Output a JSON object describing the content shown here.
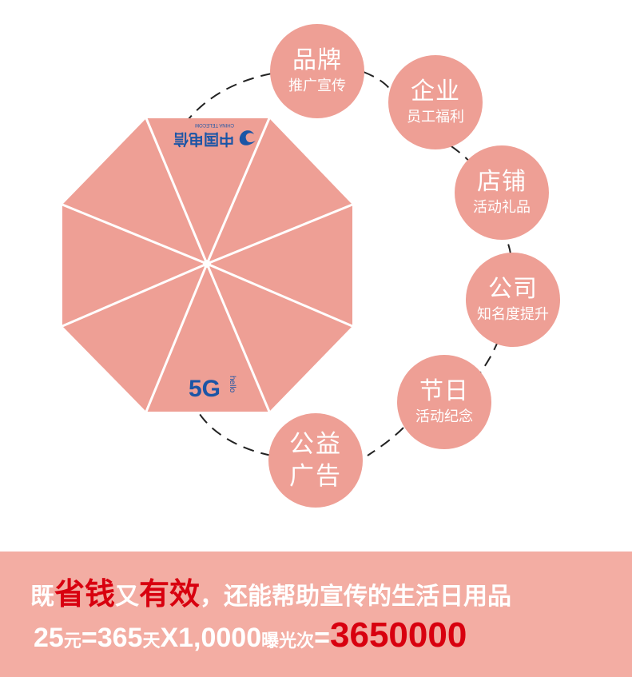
{
  "colors": {
    "umbrella": "#ee9f95",
    "circle": "#ee9f95",
    "banner": "#f3ada3",
    "highlight": "#d8000f",
    "logo_blue": "#1b55a6",
    "logo_red": "#e2231a"
  },
  "umbrella": {
    "logo_text": "中国电信",
    "logo_subtext": "CHINA TELECOM",
    "badge_5g": "5G",
    "badge_hello": "hello"
  },
  "circles": [
    {
      "title": "品牌",
      "subtitle": "推广宣传"
    },
    {
      "title": "企业",
      "subtitle": "员工福利"
    },
    {
      "title": "店铺",
      "subtitle": "活动礼品"
    },
    {
      "title": "公司",
      "subtitle": "知名度提升"
    },
    {
      "title": "节日",
      "subtitle": "活动纪念"
    },
    {
      "title": "公益",
      "subtitle": "广告"
    }
  ],
  "banner": {
    "line1": {
      "part1": "既",
      "emph1": "省钱",
      "part2": "又",
      "emph2": "有效",
      "part3": "，还能帮助宣传的生活日用品"
    },
    "line2": {
      "p1": "25",
      "u1": "元",
      "p2": "=365",
      "u2": "天",
      "p3": "X1,0000",
      "u3": "曝光次",
      "p4": "=",
      "total": "3650000"
    }
  }
}
